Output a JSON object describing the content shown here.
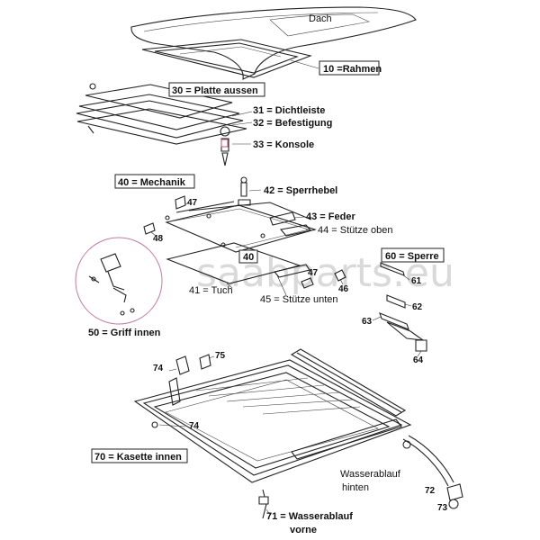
{
  "watermark": "saabparts.eu",
  "labels": {
    "dach": "Dach",
    "rahmen": "10 =Rahmen",
    "platte": "30 = Platte aussen",
    "dichtleiste": "31 = Dichtleiste",
    "befestigung": "32 = Befestigung",
    "konsole": "33 = Konsole",
    "mechanik": "40 = Mechanik",
    "sperrhebel": "42 = Sperrhebel",
    "feder": "43 = Feder",
    "stuetze_oben": "44 = Stütze oben",
    "n40": "40",
    "sperre": "60 = Sperre",
    "tuch": "41 = Tuch",
    "stuetze_unten": "45 = Stütze unten",
    "griff": "50 = Griff innen",
    "kasette": "70 = Kasette innen",
    "wasser_hinten_1": "Wasserablauf",
    "wasser_hinten_2": "hinten",
    "wasser_vorne_1": "71  = Wasserablauf",
    "wasser_vorne_2": "vorne"
  },
  "numbers": {
    "n47a": "47",
    "n48": "48",
    "n47b": "47",
    "n46": "46",
    "n61": "61",
    "n62": "62",
    "n63": "63",
    "n64": "64",
    "n74a": "74",
    "n75": "75",
    "n74b": "74",
    "n72": "72",
    "n73": "73"
  }
}
